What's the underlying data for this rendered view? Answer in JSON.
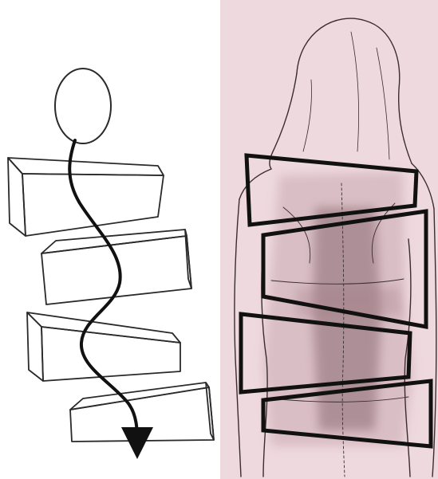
{
  "figure": {
    "left_panel": {
      "background": "#ffffff",
      "stroke_color": "#2a2a2a",
      "path_color": "#111111",
      "blocks": 4,
      "elements": [
        "head-circle",
        "rectangular-blocks",
        "s-curve-arrow"
      ]
    },
    "right_panel": {
      "background": "#eed9df",
      "sketch_color": "#3a2d30",
      "shading_color": "#7a5a60",
      "outline_color": "#111111",
      "trapezoids": 4,
      "elements": [
        "back-view-figure-sketch",
        "trapezoid-outlines"
      ]
    }
  }
}
